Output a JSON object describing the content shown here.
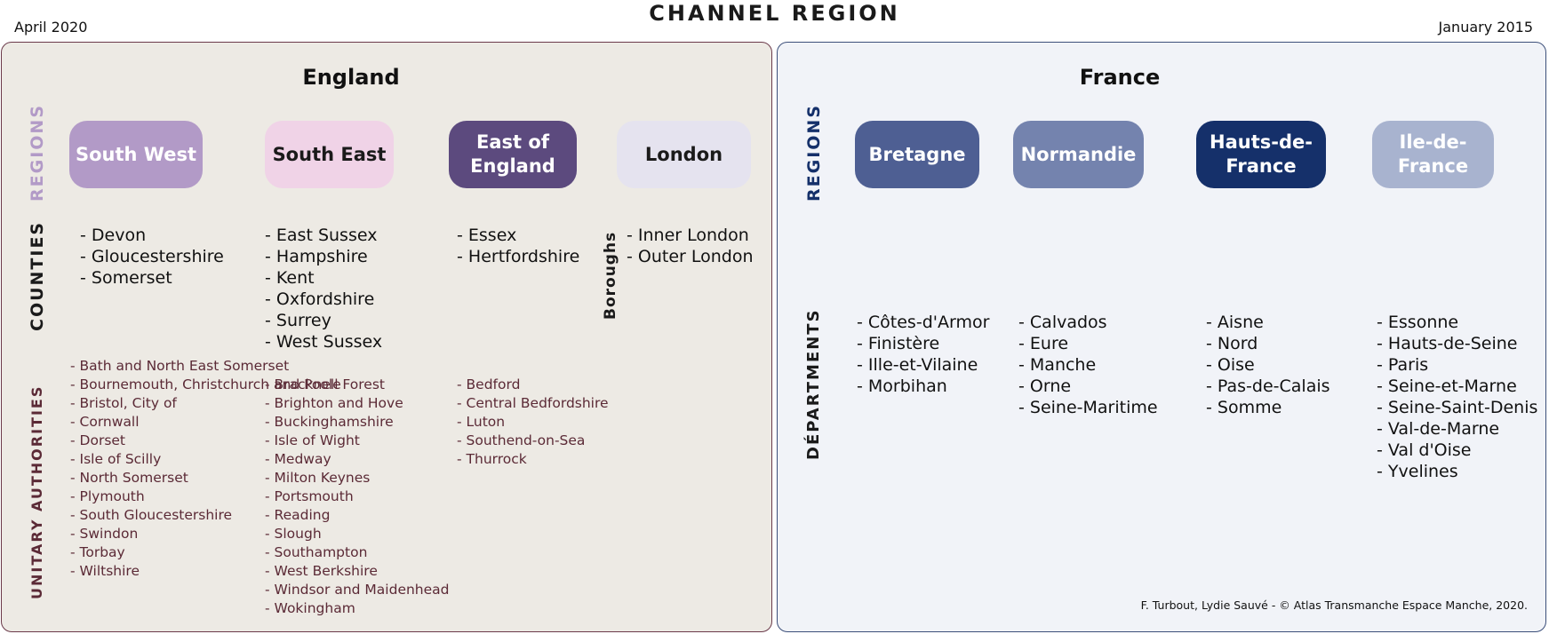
{
  "header": {
    "title": "CHANNEL REGION",
    "date_left": "April 2020",
    "date_right": "January 2015"
  },
  "england": {
    "title": "England",
    "labels": {
      "regions": "REGIONS",
      "counties": "COUNTIES",
      "unitary": "UNITARY AUTHORITIES",
      "boroughs": "Boroughs"
    },
    "regions": [
      {
        "name": "South West",
        "color": "#b29ac7",
        "text_color": "#ffffff",
        "counties": [
          "Devon",
          "Gloucestershire",
          "Somerset"
        ],
        "unitary": [
          "Bath and North East Somerset",
          "Bournemouth, Christchurch and Poole",
          "Bristol, City of",
          "Cornwall",
          "Dorset",
          "Isle of Scilly",
          "North Somerset",
          "Plymouth",
          "South Gloucestershire",
          "Swindon",
          "Torbay",
          "Wiltshire"
        ]
      },
      {
        "name": "South East",
        "color": "#f0d3e7",
        "text_color": "#1a1a1a",
        "counties": [
          "East Sussex",
          "Hampshire",
          "Kent",
          "Oxfordshire",
          "Surrey",
          "West Sussex"
        ],
        "unitary": [
          "Bracknell Forest",
          "Brighton and Hove",
          "Buckinghamshire",
          "Isle of Wight",
          "Medway",
          "Milton Keynes",
          "Portsmouth",
          "Reading",
          "Slough",
          "Southampton",
          "West Berkshire",
          "Windsor and Maidenhead",
          "Wokingham"
        ]
      },
      {
        "name": "East of England",
        "color": "#5c4a7e",
        "text_color": "#ffffff",
        "counties": [
          "Essex",
          "Hertfordshire"
        ],
        "unitary": [
          "Bedford",
          "Central Bedfordshire",
          "Luton",
          "Southend-on-Sea",
          "Thurrock"
        ]
      },
      {
        "name": "London",
        "color": "#e5e3ef",
        "text_color": "#1a1a1a",
        "boroughs": [
          "Inner London",
          "Outer London"
        ]
      }
    ]
  },
  "france": {
    "title": "France",
    "labels": {
      "regions": "REGIONS",
      "departments": "DÉPARTMENTS"
    },
    "regions": [
      {
        "name": "Bretagne",
        "color": "#4e5f93",
        "text_color": "#ffffff",
        "departments": [
          "Côtes-d'Armor",
          "Finistère",
          "Ille-et-Vilaine",
          "Morbihan"
        ]
      },
      {
        "name": "Normandie",
        "color": "#7483ae",
        "text_color": "#ffffff",
        "departments": [
          "Calvados",
          "Eure",
          "Manche",
          "Orne",
          "Seine-Maritime"
        ]
      },
      {
        "name": "Hauts-de-France",
        "color": "#15306a",
        "text_color": "#ffffff",
        "departments": [
          "Aisne",
          "Nord",
          "Oise",
          "Pas-de-Calais",
          "Somme"
        ]
      },
      {
        "name": "Ile-de-France",
        "color": "#a8b3cf",
        "text_color": "#ffffff",
        "departments": [
          "Essonne",
          "Hauts-de-Seine",
          "Paris",
          "Seine-et-Marne",
          "Seine-Saint-Denis",
          "Val-de-Marne",
          "Val d'Oise",
          "Yvelines"
        ]
      }
    ]
  },
  "credit": "F. Turbout, Lydie Sauvé - © Atlas Transmanche Espace Manche, 2020."
}
